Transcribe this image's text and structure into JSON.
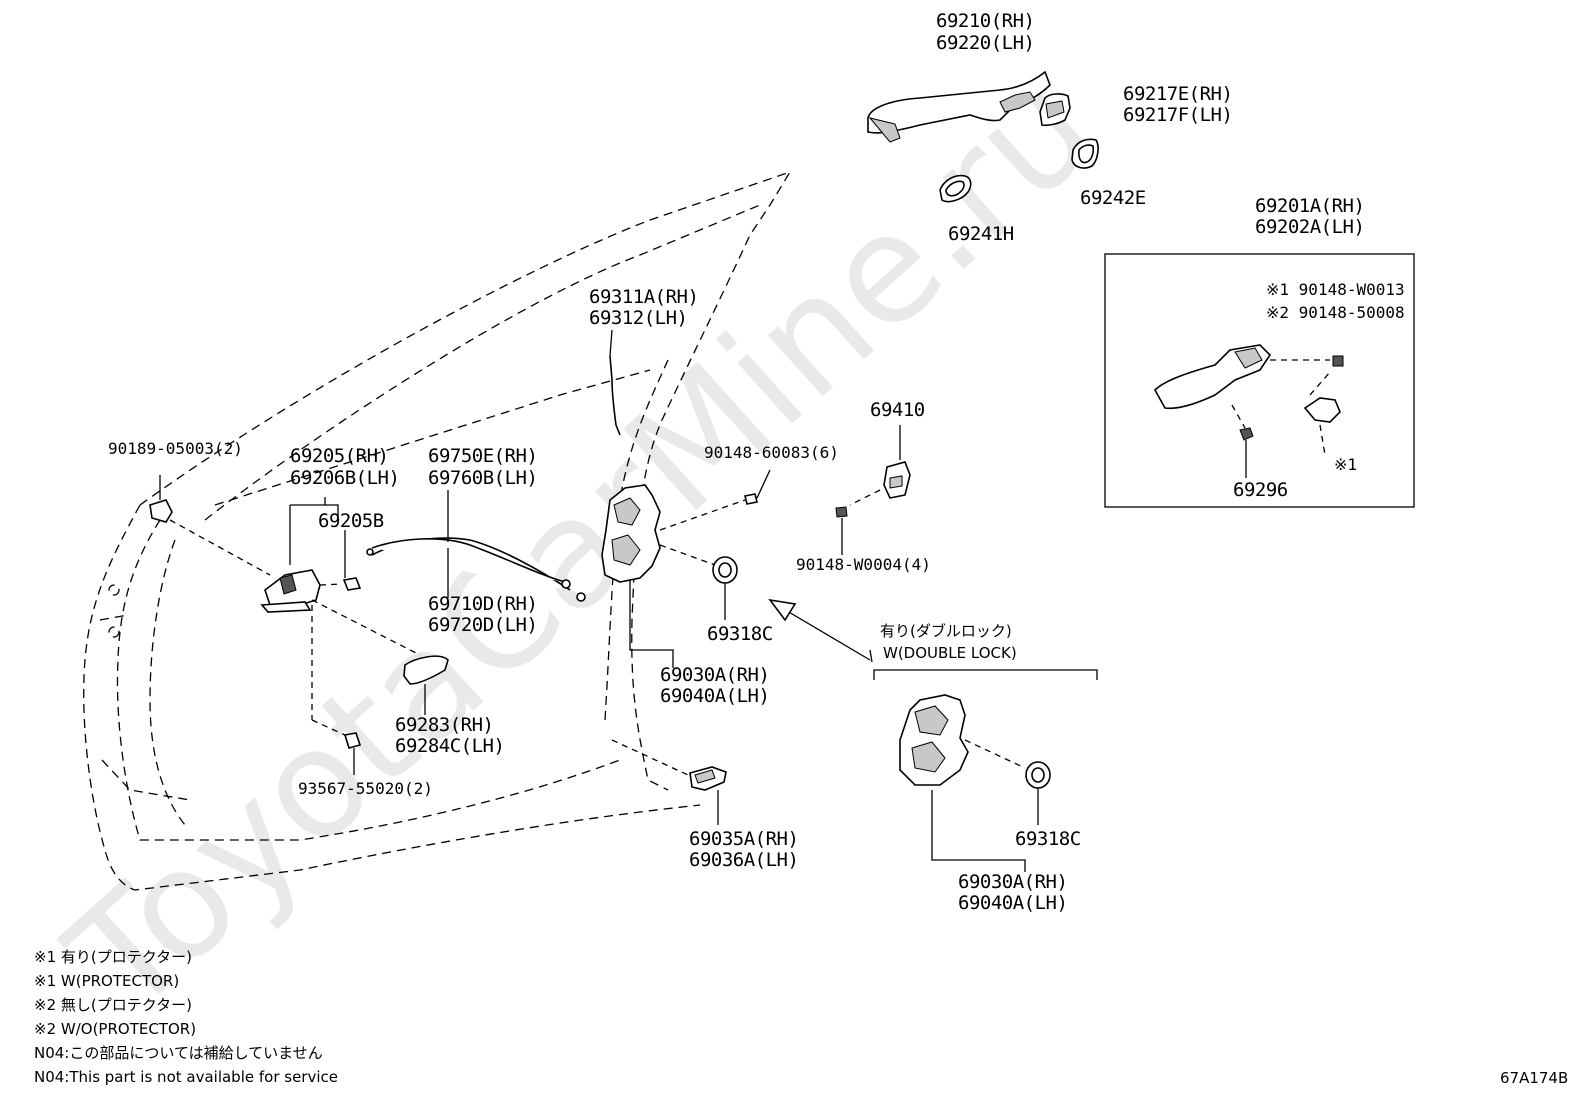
{
  "watermark": "ToyotaCarMine.ru",
  "diagram_code": "67A174B",
  "labels": {
    "l69210": "69210(RH)",
    "l69220": "69220(LH)",
    "l69217e": "69217E(RH)",
    "l69217f": "69217F(LH)",
    "l69241h": "69241H",
    "l69242e": "69242E",
    "l69201a": "69201A(RH)",
    "l69202a": "69202A(LH)",
    "l90148w0013": "※1 90148-W0013",
    "l9014850008": "※2 90148-50008",
    "l69296": "69296",
    "lmark1": "※1",
    "l69311a": "69311A(RH)",
    "l69312": "69312(LH)",
    "l69410": "69410",
    "l9014860083": "90148-60083(6)",
    "l90148w0004": "90148-W0004(4)",
    "l9018905003": "90189-05003(2)",
    "l69205": "69205(RH)",
    "l69206b": "69206B(LH)",
    "l69205b": "69205B",
    "l69750e": "69750E(RH)",
    "l69760b": "69760B(LH)",
    "l69710d": "69710D(RH)",
    "l69720d": "69720D(LH)",
    "l69318c_a": "69318C",
    "l69030a_a": "69030A(RH)",
    "l69040a_a": "69040A(LH)",
    "l69283": "69283(RH)",
    "l69284c": "69284C(LH)",
    "l9356755020": "93567-55020(2)",
    "l69035a": "69035A(RH)",
    "l69036a": "69036A(LH)",
    "ldouble_jp": "有り(ダブルロック)",
    "ldouble_en": "W(DOUBLE LOCK)",
    "l69318c_b": "69318C",
    "l69030a_b": "69030A(RH)",
    "l69040a_b": "69040A(LH)"
  },
  "notes": [
    "※1 有り(プロテクター)",
    "※1 W(PROTECTOR)",
    "※2 無し(プロテクター)",
    "※2 W/O(PROTECTOR)",
    "N04:この部品については補給していません",
    "N04:This part is not available for service"
  ]
}
